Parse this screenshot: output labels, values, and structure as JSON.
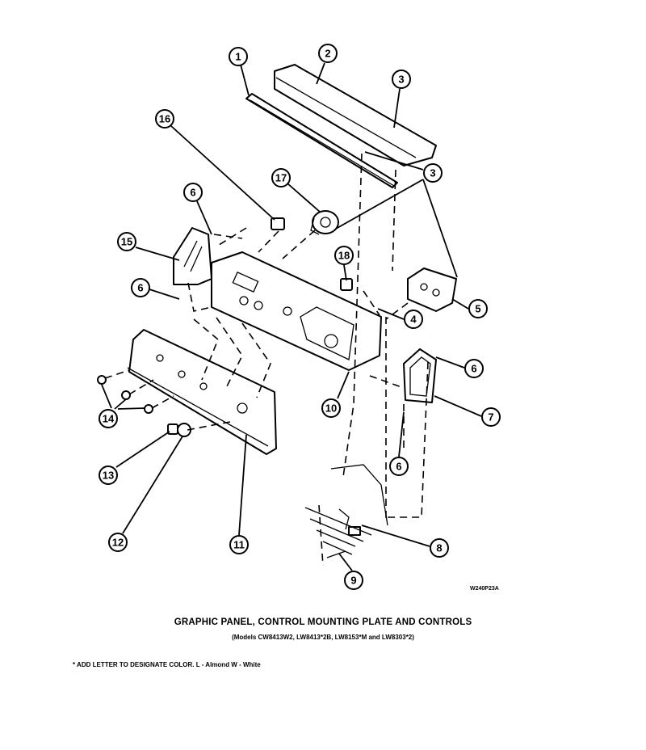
{
  "diagram_code": "W240P23A",
  "title": "GRAPHIC PANEL, CONTROL MOUNTING PLATE AND CONTROLS",
  "subtitle": "(Models CW8413W2, LW8413*2B, LW8153*M and LW8303*2)",
  "note": "* ADD LETTER TO DESIGNATE COLOR.  L - Almond  W - White",
  "callouts": [
    "1",
    "2",
    "3",
    "3",
    "16",
    "17",
    "6",
    "15",
    "18",
    "6",
    "4",
    "5",
    "6",
    "10",
    "14",
    "7",
    "13",
    "6",
    "12",
    "11",
    "8",
    "9"
  ]
}
